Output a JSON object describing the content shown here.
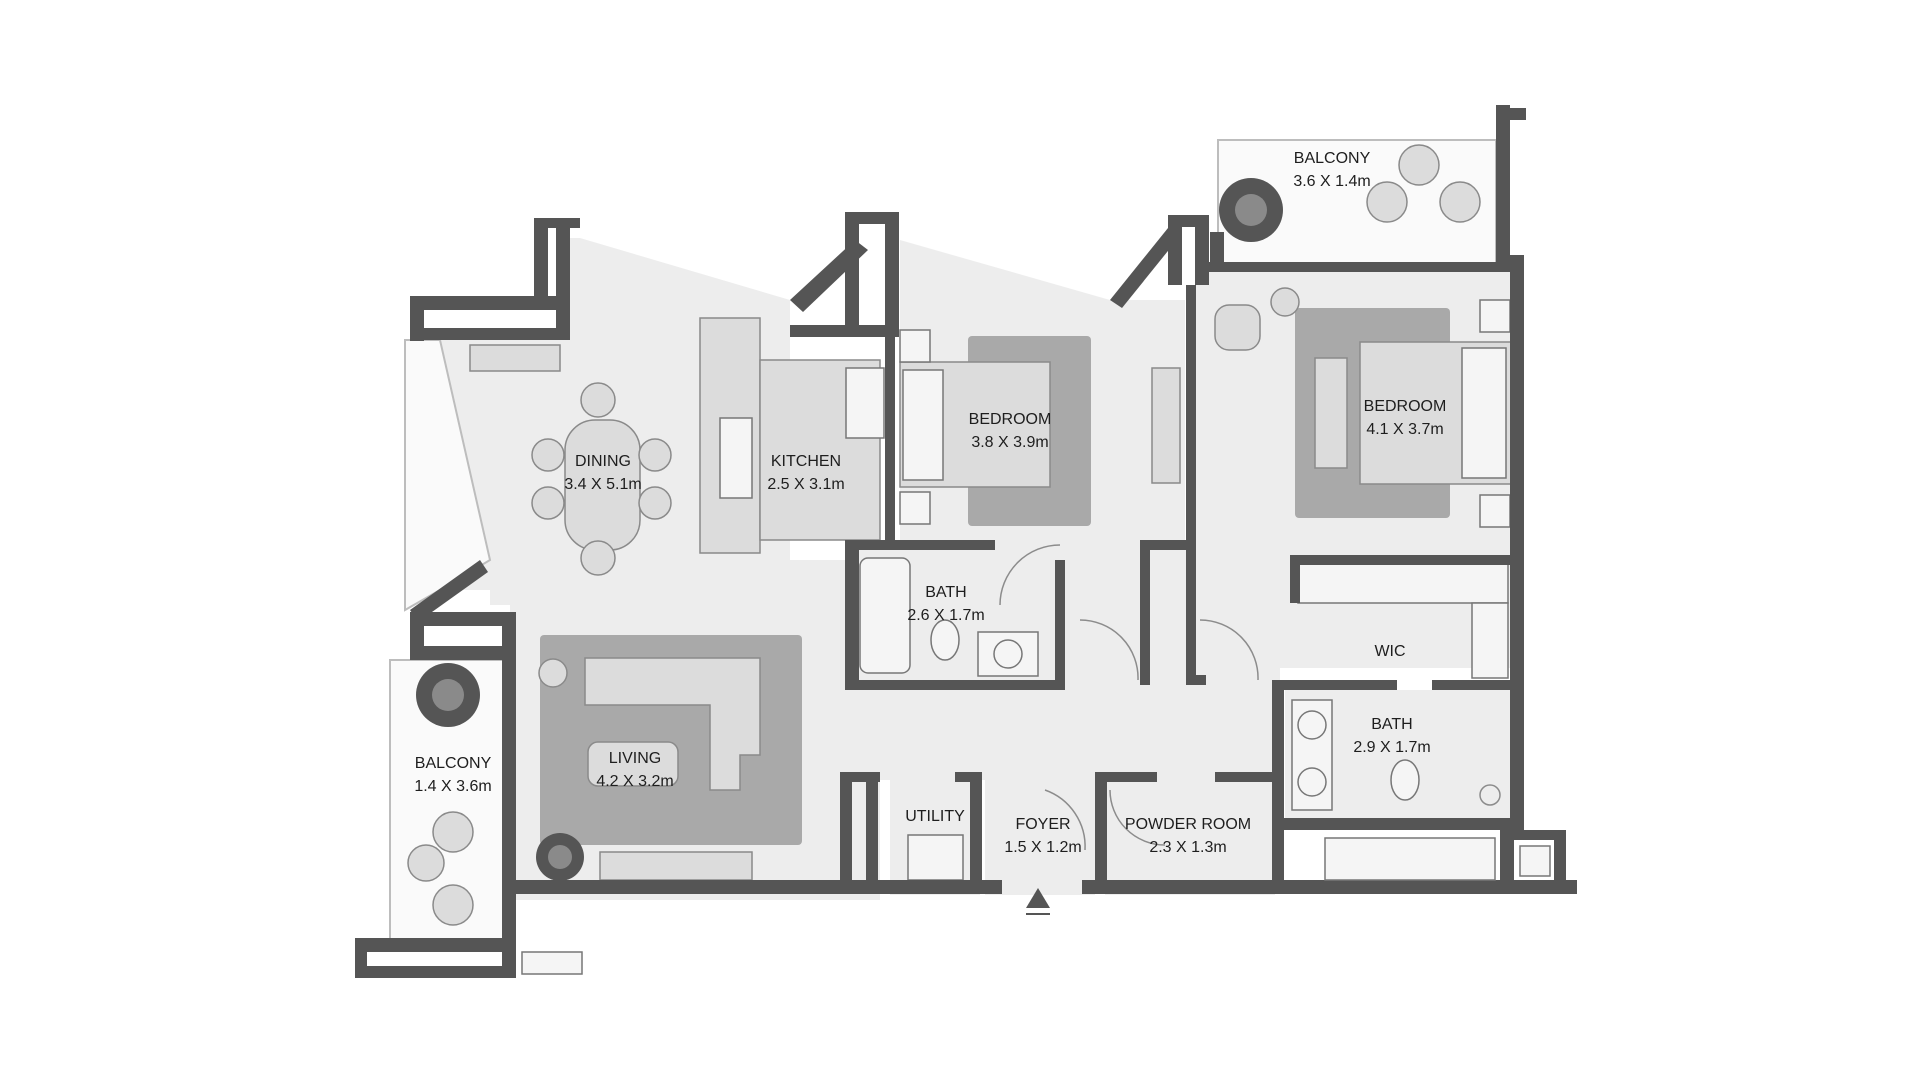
{
  "colors": {
    "wall": "#555555",
    "floor": "#ededed",
    "rug": "#a9a9a9",
    "furniture": "#dcdcdc"
  },
  "rooms": [
    {
      "id": "balcony-top",
      "name": "BALCONY",
      "size": "3.6 X 1.4m"
    },
    {
      "id": "dining",
      "name": "DINING",
      "size": "3.4 X 5.1m"
    },
    {
      "id": "kitchen",
      "name": "KITCHEN",
      "size": "2.5 X 3.1m"
    },
    {
      "id": "bedroom-1",
      "name": "BEDROOM",
      "size": "3.8 X 3.9m"
    },
    {
      "id": "bedroom-2",
      "name": "BEDROOM",
      "size": "4.1 X 3.7m"
    },
    {
      "id": "bath-1",
      "name": "BATH",
      "size": "2.6 X 1.7m"
    },
    {
      "id": "wic",
      "name": "WIC",
      "size": ""
    },
    {
      "id": "balcony-left",
      "name": "BALCONY",
      "size": "1.4 X 3.6m"
    },
    {
      "id": "living",
      "name": "LIVING",
      "size": "4.2 X 3.2m"
    },
    {
      "id": "bath-2",
      "name": "BATH",
      "size": "2.9 X 1.7m"
    },
    {
      "id": "utility",
      "name": "UTILITY",
      "size": ""
    },
    {
      "id": "foyer",
      "name": "FOYER",
      "size": "1.5 X 1.2m"
    },
    {
      "id": "powder-room",
      "name": "POWDER ROOM",
      "size": "2.3 X 1.3m"
    }
  ],
  "entrance": {
    "icon": "entrance-arrow-icon"
  }
}
